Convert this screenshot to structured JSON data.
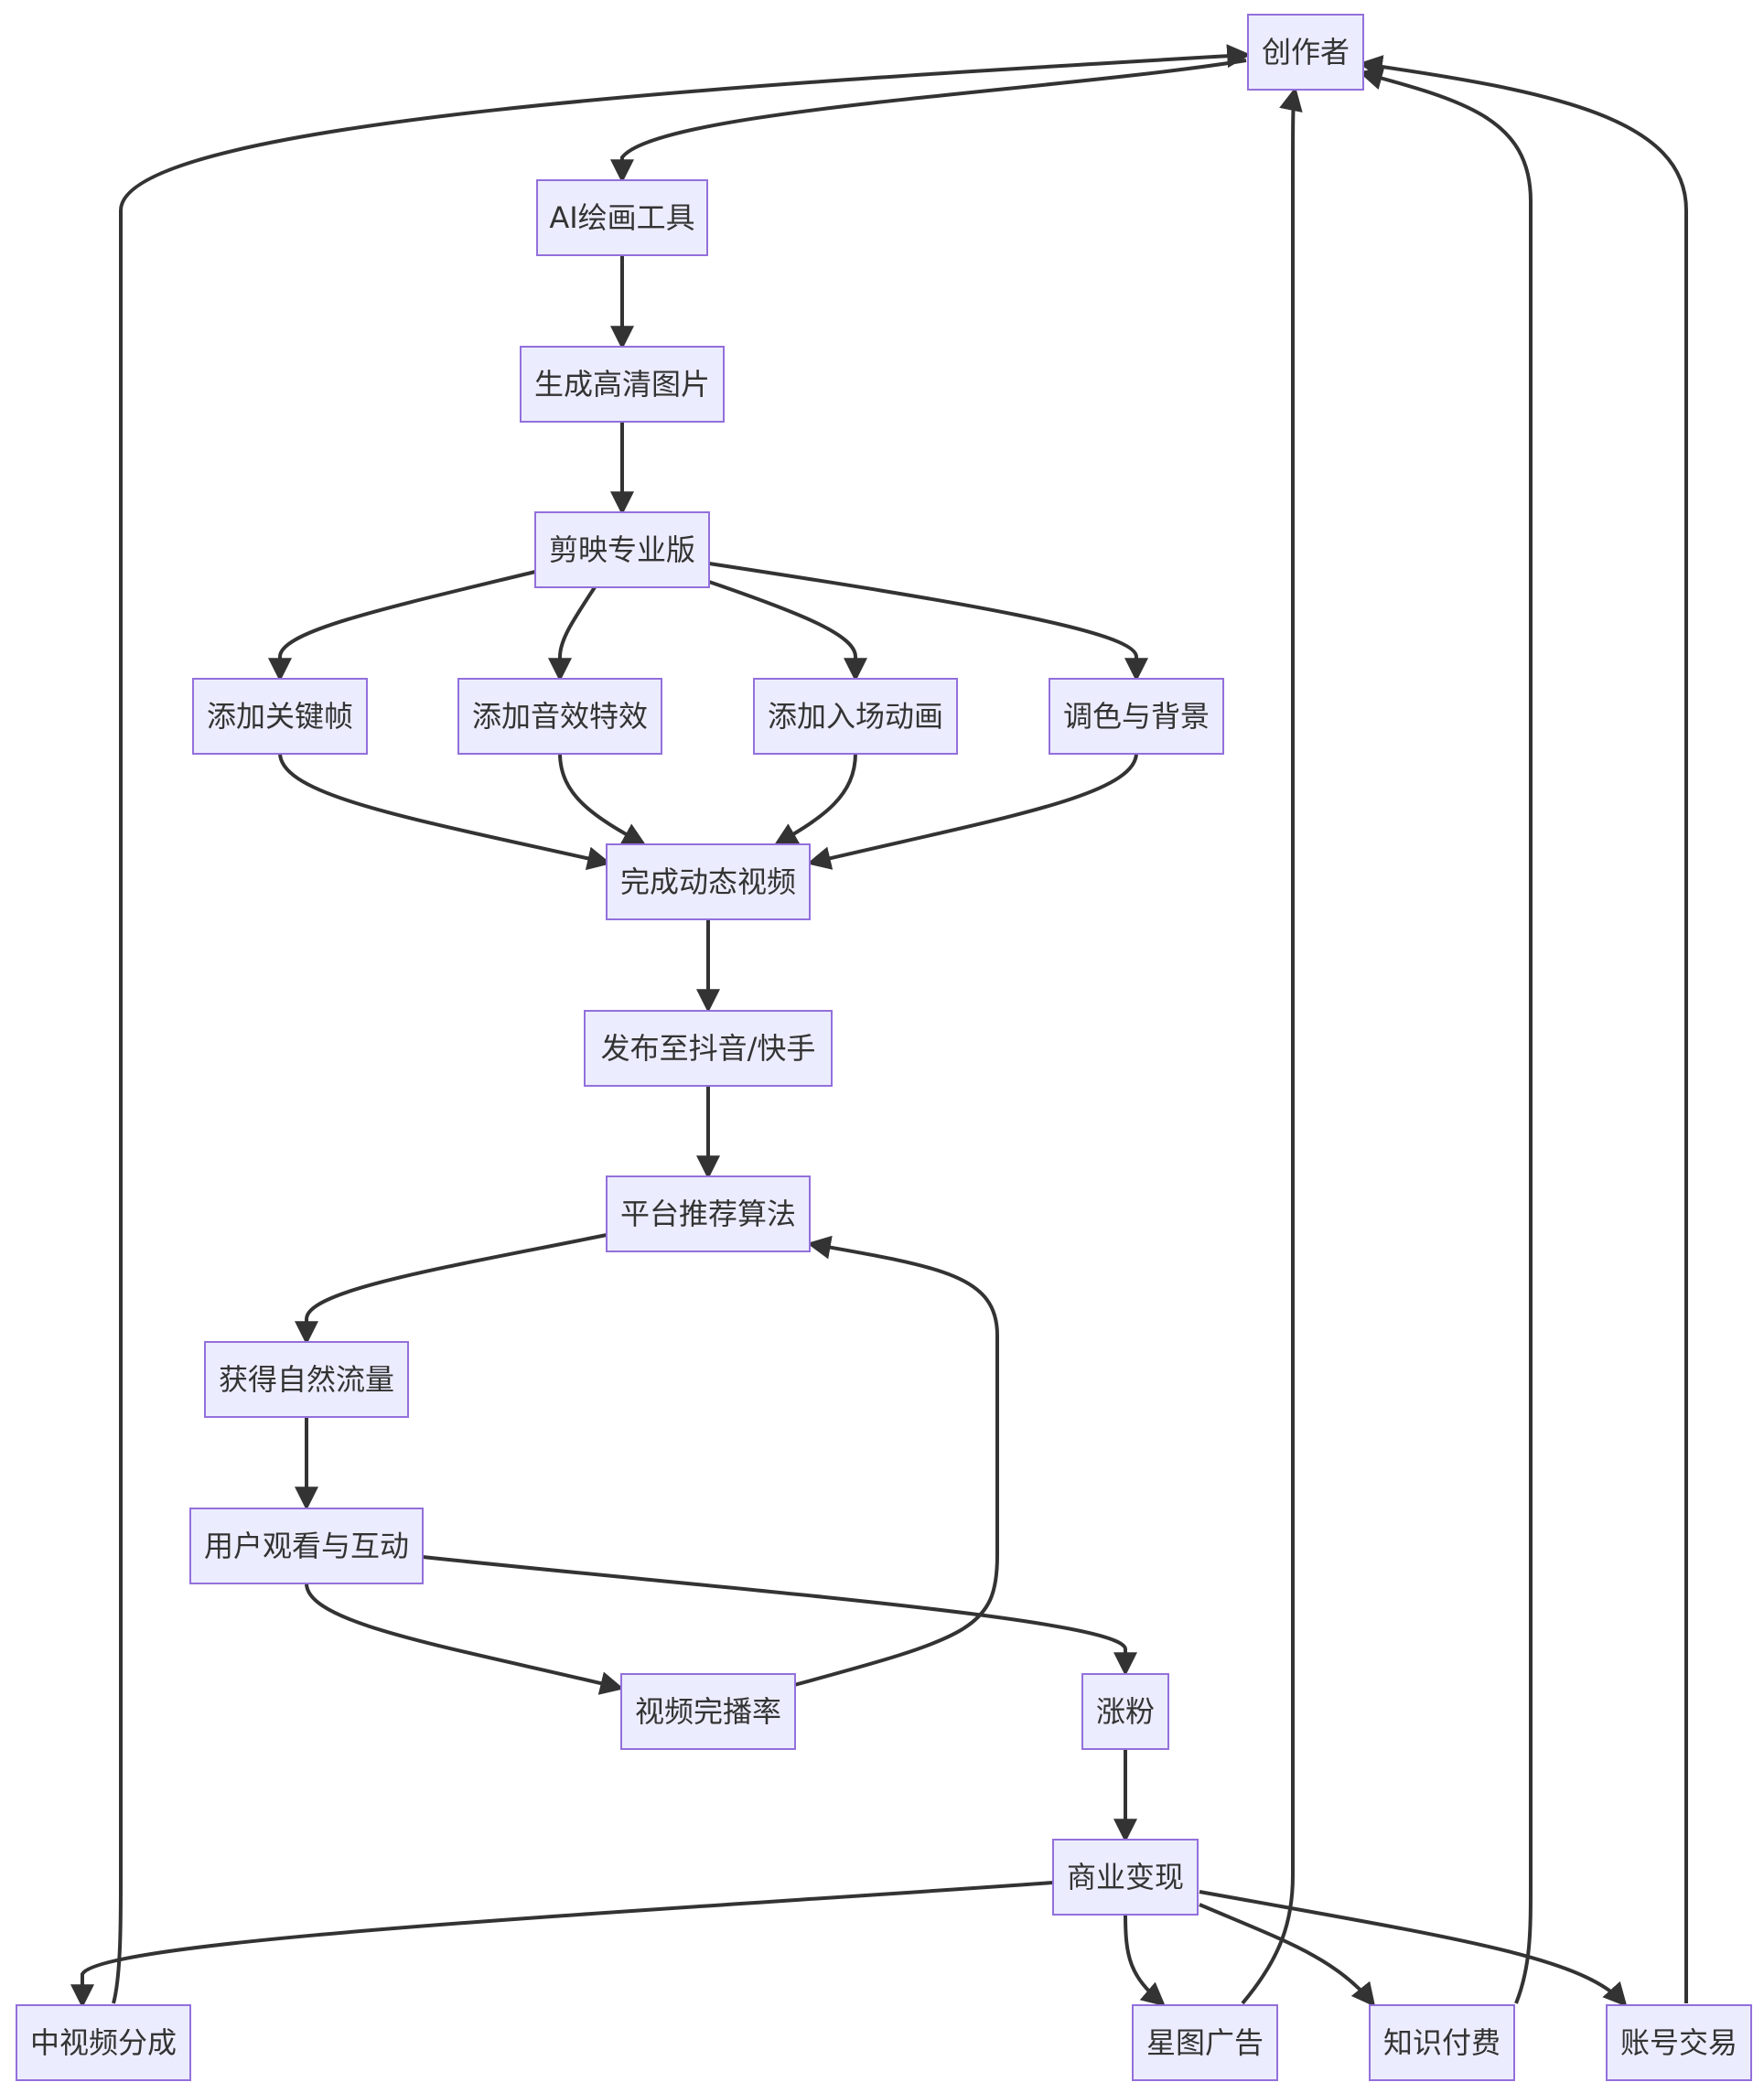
{
  "colors": {
    "node_fill": "#ECECFF",
    "node_border": "#9370DB",
    "edge": "#333333",
    "text": "#333333",
    "background": "#FFFFFF"
  },
  "nodes": {
    "creator": "创作者",
    "ai_tool": "AI绘画工具",
    "hd_image": "生成高清图片",
    "jianying": "剪映专业版",
    "keyframe": "添加关键帧",
    "sound_fx": "添加音效特效",
    "intro_anim": "添加入场动画",
    "color_bg": "调色与背景",
    "video_done": "完成动态视频",
    "publish": "发布至抖音/快手",
    "algorithm": "平台推荐算法",
    "traffic": "获得自然流量",
    "interaction": "用户观看与互动",
    "completion": "视频完播率",
    "followers": "涨粉",
    "monetize": "商业变现",
    "mid_video": "中视频分成",
    "xingtu": "星图广告",
    "knowledge": "知识付费",
    "account_trade": "账号交易"
  },
  "edges": [
    {
      "from": "creator",
      "to": "ai_tool"
    },
    {
      "from": "ai_tool",
      "to": "hd_image"
    },
    {
      "from": "hd_image",
      "to": "jianying"
    },
    {
      "from": "jianying",
      "to": "keyframe"
    },
    {
      "from": "jianying",
      "to": "sound_fx"
    },
    {
      "from": "jianying",
      "to": "intro_anim"
    },
    {
      "from": "jianying",
      "to": "color_bg"
    },
    {
      "from": "keyframe",
      "to": "video_done"
    },
    {
      "from": "sound_fx",
      "to": "video_done"
    },
    {
      "from": "intro_anim",
      "to": "video_done"
    },
    {
      "from": "color_bg",
      "to": "video_done"
    },
    {
      "from": "video_done",
      "to": "publish"
    },
    {
      "from": "publish",
      "to": "algorithm"
    },
    {
      "from": "algorithm",
      "to": "traffic"
    },
    {
      "from": "traffic",
      "to": "interaction"
    },
    {
      "from": "interaction",
      "to": "completion"
    },
    {
      "from": "interaction",
      "to": "followers"
    },
    {
      "from": "completion",
      "to": "algorithm"
    },
    {
      "from": "followers",
      "to": "monetize"
    },
    {
      "from": "monetize",
      "to": "mid_video"
    },
    {
      "from": "monetize",
      "to": "xingtu"
    },
    {
      "from": "monetize",
      "to": "knowledge"
    },
    {
      "from": "monetize",
      "to": "account_trade"
    },
    {
      "from": "mid_video",
      "to": "creator"
    },
    {
      "from": "xingtu",
      "to": "creator"
    },
    {
      "from": "knowledge",
      "to": "creator"
    },
    {
      "from": "account_trade",
      "to": "creator"
    }
  ]
}
